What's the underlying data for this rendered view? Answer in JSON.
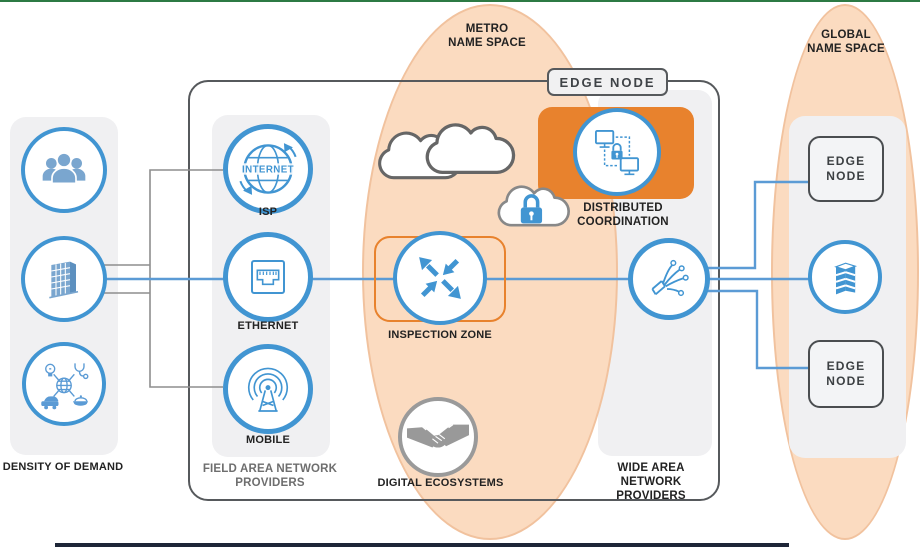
{
  "colors": {
    "accent_blue": "#4195d2",
    "line_blue": "#5b9bd5",
    "accent_orange": "#e8822d",
    "namespace_peach": "#fbdbc0",
    "namespace_border": "#f1c29e",
    "panel_gray": "#f0f0f2",
    "container_border": "#56595c",
    "icon_gray": "#9a9a9a",
    "top_edge_line": "#2c7a44",
    "bottom_edge_bar": "#1e2638"
  },
  "namespaces": {
    "metro": {
      "line1": "METRO",
      "line2": "NAME SPACE"
    },
    "global": {
      "line1": "GLOBAL",
      "line2": "NAME SPACE"
    }
  },
  "edge_node_tag": "EDGE NODE",
  "density_column": {
    "caption": "DENSITY OF DEMAND",
    "icons": [
      "users-icon",
      "building-icon",
      "iot-devices-icon"
    ]
  },
  "fan_column": {
    "items": [
      {
        "icon": "internet-globe-icon",
        "icon_text": "INTERNET",
        "label": "ISP"
      },
      {
        "icon": "ethernet-port-icon",
        "label": "ETHERNET"
      },
      {
        "icon": "mobile-antenna-icon",
        "label": "MOBILE"
      }
    ],
    "caption_line1": "FIELD AREA NETWORK",
    "caption_line2": "PROVIDERS"
  },
  "metro_items": {
    "inspection_zone": {
      "label": "INSPECTION ZONE",
      "icon": "router-icon"
    },
    "digital_ecosystems": {
      "label": "DIGITAL ECOSYSTEMS",
      "icon": "handshake-icon"
    },
    "distributed_coordination": {
      "line1": "DISTRIBUTED",
      "line2": "COORDINATION",
      "icon": "linked-computers-lock-icon"
    },
    "clouds": [
      "cloud-icon",
      "cloud-icon",
      "secure-cloud-lock-icon"
    ]
  },
  "wan_column": {
    "icon": "fiber-optic-icon",
    "caption_line1": "WIDE AREA NETWORK",
    "caption_line2": "PROVIDERS"
  },
  "global_column": {
    "edge_node_top": {
      "line1": "EDGE",
      "line2": "NODE"
    },
    "building_icon": "skyscraper-icon",
    "edge_node_bottom": {
      "line1": "EDGE",
      "line2": "NODE"
    }
  }
}
